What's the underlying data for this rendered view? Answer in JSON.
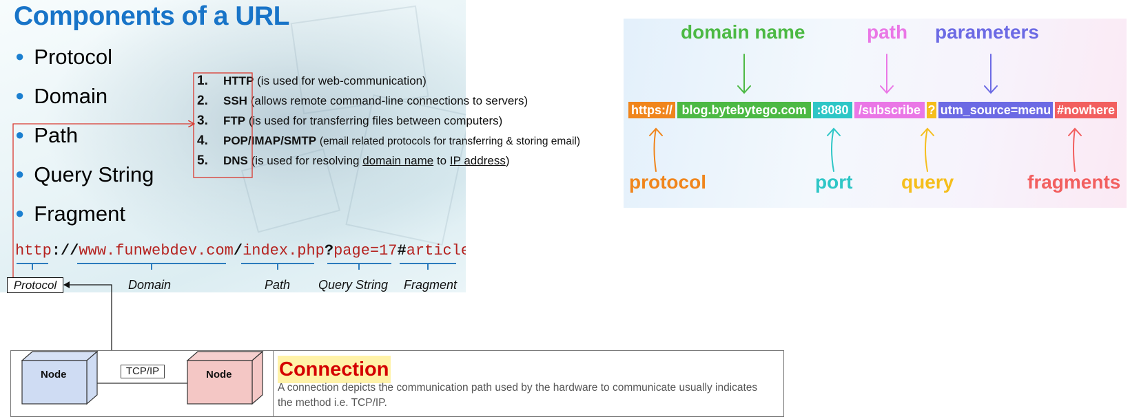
{
  "slide": {
    "title": "Components of a URL",
    "bullets": [
      "Protocol",
      "Domain",
      "Path",
      "Query String",
      "Fragment"
    ],
    "url": {
      "protocol": "http",
      "sep1": "://",
      "domain": "www.funwebdev.com",
      "sep2": "/",
      "path": "index.php",
      "qmark": "?",
      "query": "page=17",
      "hash": "#",
      "fragment": "article"
    },
    "labels": {
      "protocol": "Protocol",
      "domain": "Domain",
      "path": "Path",
      "query": "Query String",
      "fragment": "Fragment"
    }
  },
  "protocols": [
    {
      "num": "1.",
      "name": "HTTP",
      "desc": "(is used for web-communication)"
    },
    {
      "num": "2.",
      "name": "SSH",
      "desc": "(allows remote command-line connections to servers)"
    },
    {
      "num": "3.",
      "name": "FTP",
      "desc": "(is used for transferring files between computers)"
    },
    {
      "num": "4.",
      "name": "POP/IMAP/SMTP",
      "desc": "(email related protocols for transferring & storing email)"
    },
    {
      "num": "5.",
      "name": "DNS",
      "desc_pre": "(is used for resolving ",
      "link1": "domain name",
      "desc_mid": " to ",
      "link2": "IP address",
      "desc_post": ")"
    }
  ],
  "anatomy": {
    "segments": {
      "protocol": "https://",
      "domain": "blog.bytebytego.com",
      "port": ":8080",
      "path": "/subscribe",
      "query": "?",
      "parameters": "utm_source=menu",
      "fragment": "#nowhere"
    },
    "labels": {
      "domain": "domain name",
      "path": "path",
      "parameters": "parameters",
      "protocol": "protocol",
      "port": "port",
      "query": "query",
      "fragments": "fragments"
    },
    "colors": {
      "protocol": "#f0851c",
      "domain": "#4cb944",
      "port": "#2ec6c6",
      "path": "#ea77e6",
      "query": "#f5be1c",
      "parameters": "#6c6ae4",
      "fragment": "#f25f5f"
    }
  },
  "connection": {
    "node1": "Node",
    "node2": "Node",
    "link_label": "TCP/IP",
    "title": "Connection",
    "description": "A connection depicts the communication path used by the hardware to communicate usually indicates the method i.e. TCP/IP.",
    "node1_color": "#cfdcf3",
    "node2_color": "#f4c7c5"
  }
}
